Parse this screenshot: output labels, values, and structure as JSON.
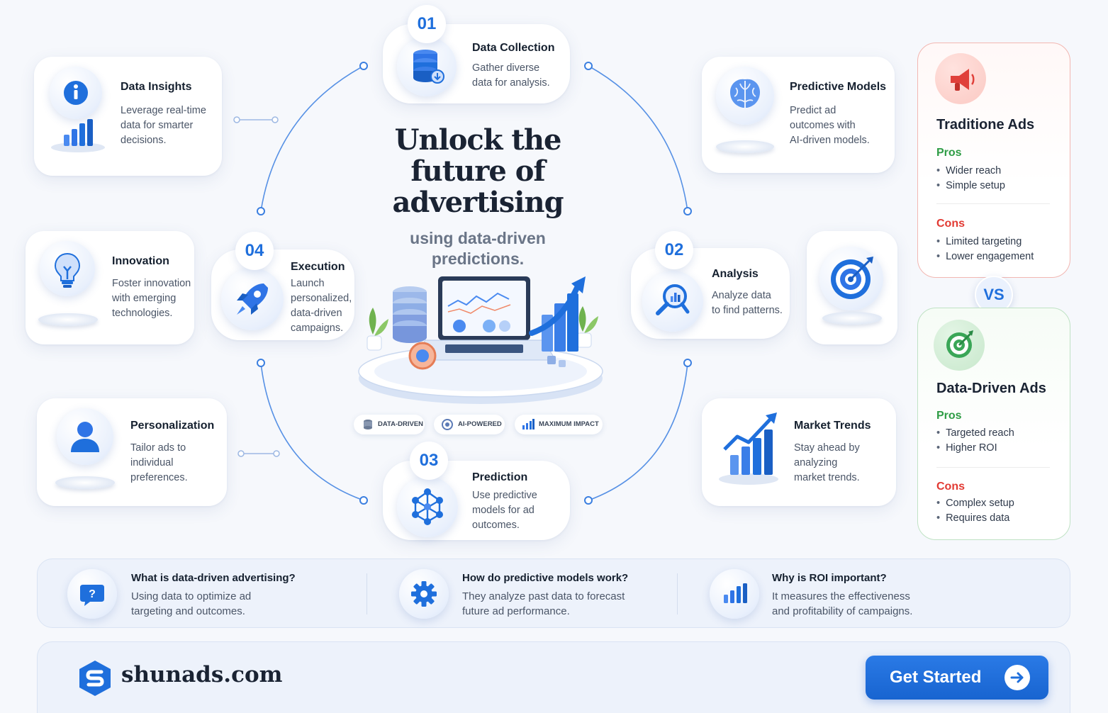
{
  "hero": {
    "title_line1": "Unlock the",
    "title_line2": "future of",
    "title_line3": "advertising",
    "subtitle_line1": "using data-driven",
    "subtitle_line2": "predictions."
  },
  "steps": [
    {
      "num": "01",
      "title": "Data Collection",
      "desc_line1": "Gather diverse",
      "desc_line2": "data for analysis."
    },
    {
      "num": "02",
      "title": "Analysis",
      "desc_line1": "Analyze data",
      "desc_line2": "to find patterns."
    },
    {
      "num": "03",
      "title": "Prediction",
      "desc_line1": "Use predictive",
      "desc_line2": "models for ad",
      "desc_line3": "outcomes."
    },
    {
      "num": "04",
      "title": "Execution",
      "desc_line1": "Launch",
      "desc_line2": "personalized,",
      "desc_line3": "data-driven",
      "desc_line4": "campaigns."
    }
  ],
  "features": {
    "insights": {
      "title": "Data Insights",
      "l1": "Leverage real-time",
      "l2": "data for smarter",
      "l3": "decisions.",
      "icon": "info-icon"
    },
    "innovation": {
      "title": "Innovation",
      "l1": "Foster innovation",
      "l2": "with emerging",
      "l3": "technologies.",
      "icon": "lightbulb-icon"
    },
    "personalization": {
      "title": "Personalization",
      "l1": "Tailor ads to",
      "l2": "individual",
      "l3": "preferences.",
      "icon": "user-icon"
    },
    "predictive": {
      "title": "Predictive Models",
      "l1": "Predict ad",
      "l2": "outcomes with",
      "l3": "AI-driven models.",
      "icon": "brain-icon"
    },
    "trends": {
      "title": "Market Trends",
      "l1": "Stay ahead by",
      "l2": "analyzing",
      "l3": "market trends.",
      "icon": "trend-chart-icon"
    }
  },
  "badges": [
    {
      "label": "DATA-DRIVEN",
      "icon": "database-icon"
    },
    {
      "label": "AI-POWERED",
      "icon": "chip-icon"
    },
    {
      "label": "MAXIMUM IMPACT",
      "icon": "bar-chart-icon"
    }
  ],
  "comparison": {
    "vs": "VS",
    "traditional": {
      "title": "Traditione Ads",
      "pros_label": "Pros",
      "pros": [
        "Wider reach",
        "Simple setup"
      ],
      "cons_label": "Cons",
      "cons": [
        "Limited targeting",
        "Lower engagement"
      ],
      "accent": "#e0534a"
    },
    "data_driven": {
      "title": "Data-Driven Ads",
      "pros_label": "Pros",
      "pros": [
        "Targeted reach",
        "Higher ROI"
      ],
      "cons_label": "Cons",
      "cons": [
        "Complex setup",
        "Requires data"
      ],
      "accent": "#3aa657"
    }
  },
  "faq": [
    {
      "q": "What is data-driven advertising?",
      "a1": "Using data to optimize ad",
      "a2": "targeting and outcomes."
    },
    {
      "q": "How do predictive models work?",
      "a1": "They analyze past data to forecast",
      "a2": "future ad performance."
    },
    {
      "q": "Why is ROI important?",
      "a1": "It measures the effectiveness",
      "a2": "and profitability of campaigns."
    }
  ],
  "footer": {
    "brand": "shunads.com",
    "cta": "Get Started"
  },
  "colors": {
    "primary": "#1f6fdc",
    "pros_green": "#2e9c45",
    "cons_red": "#e23a33"
  }
}
